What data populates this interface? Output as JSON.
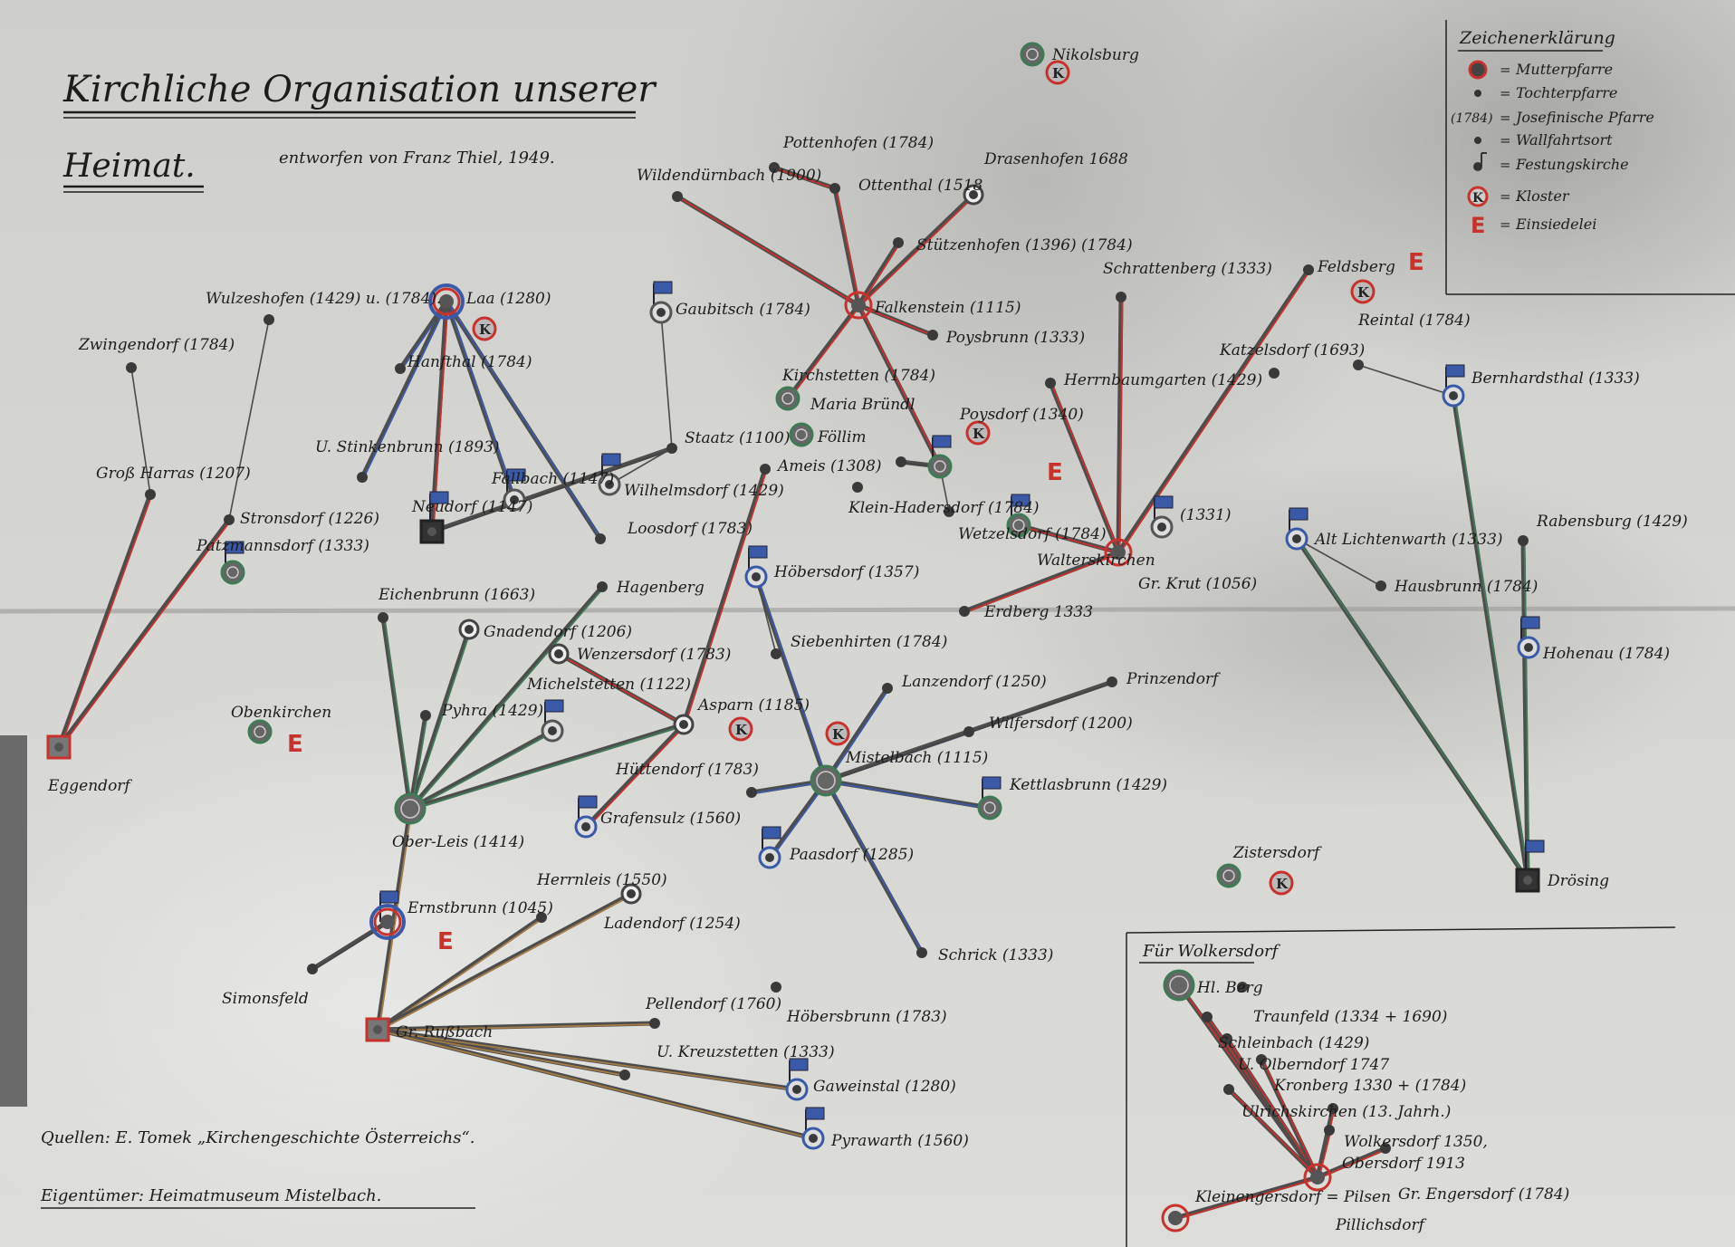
{
  "title": {
    "line1": "Kirchliche Organisation unserer",
    "line2": "Heimat.",
    "author": "entworfen von Franz Thiel, 1949."
  },
  "legend": {
    "title": "Zeichenerklärung",
    "items": [
      {
        "symbol": "mother-parish-icon",
        "label": "Mutterpfarre"
      },
      {
        "symbol": "daughter-parish-icon",
        "label": "Tochterpfarre"
      },
      {
        "symbol": "year-text",
        "symbol_text": "(1784)",
        "label": "Josefinische Pfarre"
      },
      {
        "symbol": "pilgrimage-icon",
        "label": "Wallfahrtsort"
      },
      {
        "symbol": "fortified-church-icon",
        "label": "Festungskirche"
      },
      {
        "symbol": "monastery-icon",
        "label": "Kloster"
      },
      {
        "symbol": "hermitage-icon",
        "symbol_text": "E",
        "label": "Einsiedelei"
      }
    ]
  },
  "colors": {
    "red": "#c8312c",
    "blue": "#3a5aa8",
    "green": "#3f7a55",
    "brown": "#a57c45",
    "ink": "#1c1c1c"
  },
  "places": [
    {
      "id": "zwingendorf",
      "label": "Zwingendorf (1784)",
      "kind": "daughter"
    },
    {
      "id": "grossharras",
      "label": "Groß Harras (1207)",
      "kind": "daughter"
    },
    {
      "id": "wulzeshofen",
      "label": "Wulzeshofen (1429) u. (1784).",
      "kind": "daughter"
    },
    {
      "id": "stronsdorf",
      "label": "Stronsdorf (1226)",
      "kind": "daughter"
    },
    {
      "id": "patzmannsdorf",
      "label": "Patzmannsdorf (1333)",
      "kind": "pilgrimage-flag"
    },
    {
      "id": "eggendorf",
      "label": "Eggendorf",
      "kind": "box-red"
    },
    {
      "id": "oberkirchen",
      "label": "Obenkirchen",
      "kind": "pilgrimage"
    },
    {
      "id": "ustinkenbrunn",
      "label": "U. Stinkenbrunn (1893)",
      "kind": "daughter"
    },
    {
      "id": "laa",
      "label": "Laa (1280)",
      "kind": "mother-blue"
    },
    {
      "id": "hanfthal",
      "label": "Hanfthal (1784)",
      "kind": "daughter"
    },
    {
      "id": "neudorf",
      "label": "Neudorf (1147)",
      "kind": "box-flag"
    },
    {
      "id": "fallbach",
      "label": "Fallbach (1147)",
      "kind": "flag"
    },
    {
      "id": "loosdorf",
      "label": "Loosdorf (1783)",
      "kind": "daughter"
    },
    {
      "id": "staatz",
      "label": "Staatz (1100)",
      "kind": "daughter"
    },
    {
      "id": "gaubitsch",
      "label": "Gaubitsch (1784)",
      "kind": "flag"
    },
    {
      "id": "wilhelmsdorf",
      "label": "Wilhelmsdorf (1429)",
      "kind": "flag"
    },
    {
      "id": "wildendurnbach",
      "label": "Wildendürnbach (1900)",
      "kind": "daughter"
    },
    {
      "id": "pottenhofen",
      "label": "Pottenhofen (1784)",
      "kind": "daughter"
    },
    {
      "id": "ottenthal",
      "label": "Ottenthal (1518",
      "kind": "daughter"
    },
    {
      "id": "drasenhofen",
      "label": "Drasenhofen 1688",
      "kind": "ring"
    },
    {
      "id": "stutzenhofen",
      "label": "Stützenhofen (1396) (1784)",
      "kind": "daughter"
    },
    {
      "id": "falkenstein",
      "label": "Falkenstein (1115)",
      "kind": "mother"
    },
    {
      "id": "poysbrunn",
      "label": "Poysbrunn (1333)",
      "kind": "daughter"
    },
    {
      "id": "kirchstetten",
      "label": "Kirchstetten (1784)",
      "kind": "pilgrimage"
    },
    {
      "id": "follim",
      "label": "Föllim",
      "kind": "pilgrimage"
    },
    {
      "id": "ameis",
      "label": "Ameis (1308)",
      "kind": "daughter"
    },
    {
      "id": "mariabrundl",
      "label": "Maria Bründl",
      "kind": "daughter"
    },
    {
      "id": "kleinhadersdorf",
      "label": "Klein-Hadersdorf (1784)",
      "kind": "daughter"
    },
    {
      "id": "poysdorf",
      "label": "Poysdorf (1340)",
      "kind": "pilgrimage-flag"
    },
    {
      "id": "wetzelsdorf",
      "label": "Wetzelsdorf (1784)",
      "kind": "daughter"
    },
    {
      "id": "walterskirchen",
      "label": "Walterskirchen",
      "kind": "pilgrimage-flag"
    },
    {
      "id": "ginzersdorf",
      "label": "(1331)",
      "kind": "flag"
    },
    {
      "id": "grkrut",
      "label": "Gr. Krut (1056)",
      "kind": "mother"
    },
    {
      "id": "schrattenberg",
      "label": "Schrattenberg (1333)",
      "kind": "daughter"
    },
    {
      "id": "herrnbaumgarten",
      "label": "Herrnbaumgarten (1429)",
      "kind": "daughter"
    },
    {
      "id": "feldsberg",
      "label": "Feldsberg",
      "kind": "daughter"
    },
    {
      "id": "erdberg",
      "label": "Erdberg 1333",
      "kind": "daughter"
    },
    {
      "id": "katzelsdorf",
      "label": "Katzelsdorf (1693)",
      "kind": "daughter"
    },
    {
      "id": "reintal",
      "label": "Reintal (1784)",
      "kind": "daughter"
    },
    {
      "id": "bernhardsthal",
      "label": "Bernhardsthal (1333)",
      "kind": "ring-flag"
    },
    {
      "id": "altlichtenwarth",
      "label": "Alt Lichtenwarth (1333)",
      "kind": "ring-flag"
    },
    {
      "id": "hausbrunn",
      "label": "Hausbrunn (1784)",
      "kind": "daughter"
    },
    {
      "id": "rabensburg",
      "label": "Rabensburg (1429)",
      "kind": "daughter"
    },
    {
      "id": "hohenau",
      "label": "Hohenau (1784)",
      "kind": "ring-flag"
    },
    {
      "id": "drosing",
      "label": "Drösing",
      "kind": "box-flag"
    },
    {
      "id": "zistersdorf",
      "label": "Zistersdorf",
      "kind": "pilgrimage"
    },
    {
      "id": "nikolsburg",
      "label": "Nikolsburg",
      "kind": "pilgrimage"
    },
    {
      "id": "eichenbrunn",
      "label": "Eichenbrunn (1663)",
      "kind": "daughter"
    },
    {
      "id": "gnadendorf",
      "label": "Gnadendorf (1206)",
      "kind": "ring"
    },
    {
      "id": "hagenberg",
      "label": "Hagenberg",
      "kind": "daughter"
    },
    {
      "id": "wenzersdorf",
      "label": "Wenzersdorf (1783)",
      "kind": "ring"
    },
    {
      "id": "pyhra",
      "label": "Pyhra (1429)",
      "kind": "daughter"
    },
    {
      "id": "michelstetten",
      "label": "Michelstetten (1122)",
      "kind": "flag"
    },
    {
      "id": "asparn",
      "label": "Asparn (1185)",
      "kind": "ring"
    },
    {
      "id": "oberleis",
      "label": "Ober-Leis (1414)",
      "kind": "pilgrimage-big"
    },
    {
      "id": "grafensulz",
      "label": "Grafensulz (1560)",
      "kind": "ring-flag"
    },
    {
      "id": "huttendorf",
      "label": "Hüttendorf (1783)",
      "kind": "daughter"
    },
    {
      "id": "hobersdorf",
      "label": "Höbersdorf (1357)",
      "kind": "ring-flag"
    },
    {
      "id": "siebenhirten",
      "label": "Siebenhirten (1784)",
      "kind": "daughter"
    },
    {
      "id": "mistelbach",
      "label": "Mistelbach (1115)",
      "kind": "pilgrimage-big"
    },
    {
      "id": "lanzendorf",
      "label": "Lanzendorf (1250)",
      "kind": "daughter"
    },
    {
      "id": "wilfersdorf",
      "label": "Wilfersdorf (1200)",
      "kind": "daughter"
    },
    {
      "id": "prinzendorf",
      "label": "Prinzendorf",
      "kind": "daughter"
    },
    {
      "id": "kettlasbrunn",
      "label": "Kettlasbrunn (1429)",
      "kind": "pilgrimage-flag"
    },
    {
      "id": "paasdorf",
      "label": "Paasdorf (1285)",
      "kind": "ring-flag"
    },
    {
      "id": "schrick",
      "label": "Schrick (1333)",
      "kind": "daughter"
    },
    {
      "id": "ernstbrunn",
      "label": "Ernstbrunn (1045)",
      "kind": "mother-flag"
    },
    {
      "id": "simonsfeld",
      "label": "Simonsfeld",
      "kind": "daughter"
    },
    {
      "id": "herrnleis",
      "label": "Herrnleis (1550)",
      "kind": "daughter"
    },
    {
      "id": "ladendorf",
      "label": "Ladendorf (1254)",
      "kind": "ring"
    },
    {
      "id": "grrussbach",
      "label": "Gr. Rußbach",
      "kind": "box-red"
    },
    {
      "id": "pellendorf",
      "label": "Pellendorf (1760)",
      "kind": "daughter"
    },
    {
      "id": "hobersbrunn",
      "label": "Höbersbrunn (1783)",
      "kind": "daughter"
    },
    {
      "id": "ukreuzstetten",
      "label": "U. Kreuzstetten (1333)",
      "kind": "daughter"
    },
    {
      "id": "gaweinstal",
      "label": "Gaweinstal (1280)",
      "kind": "ring-flag"
    },
    {
      "id": "pyrawarth",
      "label": "Pyrawarth (1560)",
      "kind": "ring-flag"
    },
    {
      "id": "hlberg",
      "label": "Hl. Berg",
      "kind": "pilgrimage-big"
    },
    {
      "id": "traunfeld",
      "label": "Traunfeld (1334 + 1690)",
      "kind": "daughter"
    },
    {
      "id": "schleinbach",
      "label": "Schleinbach (1429)",
      "kind": "daughter"
    },
    {
      "id": "uolberndorf",
      "label": "U. Olberndorf 1747",
      "kind": "daughter"
    },
    {
      "id": "kronberg",
      "label": "Kronberg 1330 + (1784)",
      "kind": "daughter"
    },
    {
      "id": "ulrichskirchen",
      "label": "Ulrichskirchen (13. Jahrh.)",
      "kind": "daughter"
    },
    {
      "id": "wolkersdorf",
      "label": "Wolkersdorf 1350,",
      "kind": "daughter"
    },
    {
      "id": "obersdorf",
      "label": "Obersdorf 1913",
      "kind": "daughter"
    },
    {
      "id": "grengersdorf",
      "label": "Gr. Engersdorf (1784)",
      "kind": "daughter"
    },
    {
      "id": "pillichsdorf",
      "label": "Pillichsdorf",
      "kind": "mother"
    },
    {
      "id": "kleinengersdorf",
      "label": "Kleinengersdorf = Pilsen",
      "kind": "mother"
    }
  ],
  "edges": [
    [
      "eggendorf",
      "grossharras",
      "red"
    ],
    [
      "eggendorf",
      "stronsdorf",
      "red"
    ],
    [
      "grossharras",
      "zwingendorf",
      "thin"
    ],
    [
      "stronsdorf",
      "wulzeshofen",
      "thin"
    ],
    [
      "laa",
      "hanfthal",
      "blue"
    ],
    [
      "laa",
      "ustinkenbrunn",
      "blue"
    ],
    [
      "laa",
      "neudorf",
      "red"
    ],
    [
      "laa",
      "fallbach",
      "blue"
    ],
    [
      "laa",
      "loosdorf",
      "blue"
    ],
    [
      "neudorf",
      "staatz",
      "dark"
    ],
    [
      "staatz",
      "wilhelmsdorf",
      "thin"
    ],
    [
      "staatz",
      "gaubitsch",
      "thin"
    ],
    [
      "falkenstein",
      "wildendurnbach",
      "red"
    ],
    [
      "falkenstein",
      "ottenthal",
      "red"
    ],
    [
      "ottenthal",
      "pottenhofen",
      "red"
    ],
    [
      "falkenstein",
      "drasenhofen",
      "red"
    ],
    [
      "falkenstein",
      "stutzenhofen",
      "red"
    ],
    [
      "falkenstein",
      "poysbrunn",
      "red"
    ],
    [
      "falkenstein",
      "kirchstetten",
      "red"
    ],
    [
      "falkenstein",
      "poysdorf",
      "red"
    ],
    [
      "poysdorf",
      "mariabrundl",
      "dark"
    ],
    [
      "poysdorf",
      "wetzelsdorf",
      "thin"
    ],
    [
      "grkrut",
      "schrattenberg",
      "red"
    ],
    [
      "grkrut",
      "herrnbaumgarten",
      "red"
    ],
    [
      "grkrut",
      "feldsberg",
      "red"
    ],
    [
      "grkrut",
      "walterskirchen",
      "red"
    ],
    [
      "grkrut",
      "erdberg",
      "red"
    ],
    [
      "bernhardsthal",
      "reintal",
      "thin"
    ],
    [
      "bernhardsthal",
      "drosing",
      "green"
    ],
    [
      "altlichtenwarth",
      "hausbrunn",
      "thin"
    ],
    [
      "altlichtenwarth",
      "drosing",
      "green"
    ],
    [
      "rabensburg",
      "drosing",
      "green"
    ],
    [
      "ameis",
      "asparn",
      "red"
    ],
    [
      "asparn",
      "grafensulz",
      "red"
    ],
    [
      "wenzersdorf",
      "asparn",
      "red"
    ],
    [
      "oberleis",
      "eichenbrunn",
      "green"
    ],
    [
      "oberleis",
      "gnadendorf",
      "green"
    ],
    [
      "oberleis",
      "pyhra",
      "green"
    ],
    [
      "oberleis",
      "hagenberg",
      "green"
    ],
    [
      "oberleis",
      "michelstetten",
      "green"
    ],
    [
      "oberleis",
      "asparn",
      "green"
    ],
    [
      "mistelbach",
      "hobersdorf",
      "blue"
    ],
    [
      "hobersdorf",
      "siebenhirten",
      "thin"
    ],
    [
      "mistelbach",
      "lanzendorf",
      "blue"
    ],
    [
      "mistelbach",
      "wilfersdorf",
      "blue"
    ],
    [
      "mistelbach",
      "prinzendorf",
      "dark"
    ],
    [
      "mistelbach",
      "huttendorf",
      "blue"
    ],
    [
      "mistelbach",
      "paasdorf",
      "blue"
    ],
    [
      "mistelbach",
      "kettlasbrunn",
      "blue"
    ],
    [
      "mistelbach",
      "schrick",
      "blue"
    ],
    [
      "simonsfeld",
      "ernstbrunn",
      "dark"
    ],
    [
      "grrussbach",
      "oberleis",
      "brown"
    ],
    [
      "grrussbach",
      "herrnleis",
      "brown"
    ],
    [
      "grrussbach",
      "ladendorf",
      "brown"
    ],
    [
      "grrussbach",
      "pellendorf",
      "brown"
    ],
    [
      "grrussbach",
      "ukreuzstetten",
      "brown"
    ],
    [
      "grrussbach",
      "gaweinstal",
      "brown"
    ],
    [
      "grrussbach",
      "pyrawarth",
      "brown"
    ],
    [
      "pillichsdorf",
      "hlberg",
      "red"
    ],
    [
      "pillichsdorf",
      "schleinbach",
      "red"
    ],
    [
      "pillichsdorf",
      "uolberndorf",
      "red"
    ],
    [
      "pillichsdorf",
      "kronberg",
      "red"
    ],
    [
      "pillichsdorf",
      "ulrichskirchen",
      "red"
    ],
    [
      "pillichsdorf",
      "wolkersdorf",
      "red"
    ],
    [
      "pillichsdorf",
      "obersdorf",
      "red"
    ],
    [
      "pillichsdorf",
      "grengersdorf",
      "red"
    ],
    [
      "pillichsdorf",
      "kleinengersdorf",
      "red"
    ]
  ],
  "markers": [
    {
      "type": "monastery",
      "near": "laa"
    },
    {
      "type": "monastery",
      "near": "poysdorf"
    },
    {
      "type": "monastery",
      "near": "feldsberg"
    },
    {
      "type": "monastery",
      "near": "asparn"
    },
    {
      "type": "monastery",
      "near": "mistelbach"
    },
    {
      "type": "monastery",
      "near": "zistersdorf"
    },
    {
      "type": "monastery",
      "near": "nikolsburg"
    },
    {
      "type": "hermitage",
      "near": "poysdorf",
      "text": "E"
    },
    {
      "type": "hermitage",
      "near": "feldsberg",
      "text": "E"
    },
    {
      "type": "hermitage",
      "near": "oberkirchen",
      "text": "E"
    },
    {
      "type": "hermitage",
      "near": "ernstbrunn",
      "text": "E"
    }
  ],
  "inset": {
    "title": "Für Wolkersdorf"
  },
  "footer": {
    "sources": "Quellen: E. Tomek „Kirchengeschichte Österreichs“.",
    "owner": "Eigentümer: Heimatmuseum Mistelbach."
  }
}
